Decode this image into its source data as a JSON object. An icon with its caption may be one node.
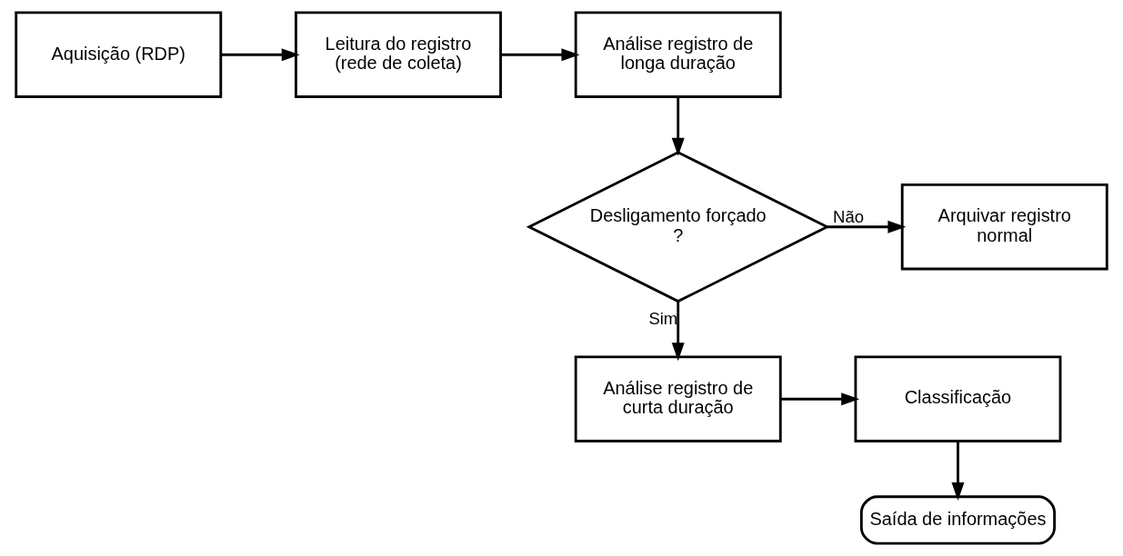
{
  "diagram": {
    "nodes": [
      {
        "text": [
          "Aquisição (RDP)"
        ]
      },
      {
        "text": [
          "Leitura do registro (rede de coleta)"
        ]
      },
      {
        "text": [
          "Análise registro de longa duração"
        ]
      },
      {
        "text": [
          "Desligamento forçado ?"
        ]
      },
      {
        "text": [
          "Arquivar registro normal"
        ]
      },
      {
        "text": [
          "Análise registro de curta duração"
        ]
      },
      {
        "text": [
          "Classificação"
        ]
      },
      {
        "text": [
          "Saída de informações"
        ]
      }
    ],
    "edges": [
      {
        "from": 0,
        "to": 1,
        "arrow": "to"
      },
      {
        "from": 1,
        "to": 2,
        "arrow": "to"
      },
      {
        "from": 2,
        "to": 3,
        "arrow": "to"
      },
      {
        "from": 3,
        "to": 4,
        "arrow": "to",
        "label": "Não"
      },
      {
        "from": 3,
        "to": 5,
        "arrow": "to",
        "label": "Sim"
      },
      {
        "from": 5,
        "to": 6,
        "arrow": "to"
      },
      {
        "from": 6,
        "to": 7,
        "arrow": "to"
      }
    ]
  }
}
